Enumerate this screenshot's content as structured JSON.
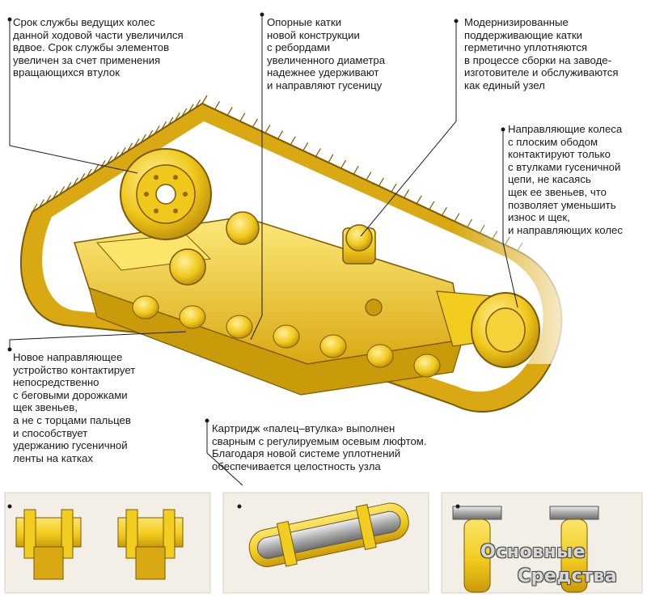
{
  "callouts": {
    "drive_wheels": "Срок службы ведущих колес\nданной ходовой части увеличился\nвдвое. Срок службы элементов\nувеличен за счет применения\nвращающихся втулок",
    "track_rollers": "Опорные катки\nновой конструкции\nс ребордами\nувеличенного диаметра\nнадежнее удерживают\nи направляют гусеницу",
    "carrier_rollers": "Модернизированные\nподдерживающие катки\nгерметично уплотняются\nв процессе сборки на заводе-\nизготовителе и обслуживаются\nкак единый узел",
    "idlers": "Направляющие колеса\nс плоским ободом\nконтактируют только\nс втулками гусеничной\nцепи, не касаясь\nщек ее звеньев, что\nпозволяет уменьшить\nизнос и щек,\nи направляющих колес",
    "guide": "Новое направляющее\nустройство контактирует\nнепосредственно\nс беговыми дорожками\nщек звеньев,\nа не с торцами пальцев\nи способствует\nудержанию гусеничной\nленты на катках",
    "cartridge": "Картридж «палец–втулка» выполнен\nсварным с регулируемым осевым люфтом.\nБлагодаря новой системе уплотнений\nобеспечивается целостность узла"
  },
  "watermark": {
    "line1": "Основные",
    "line2": "Средства"
  },
  "colors": {
    "yellow": "#f2cc1e",
    "yellow_light": "#fbe56b",
    "yellow_dark": "#c99a0a",
    "shadow": "#8a6a05",
    "steel": "#b9b9b9",
    "leader": "#1a1a1a"
  }
}
